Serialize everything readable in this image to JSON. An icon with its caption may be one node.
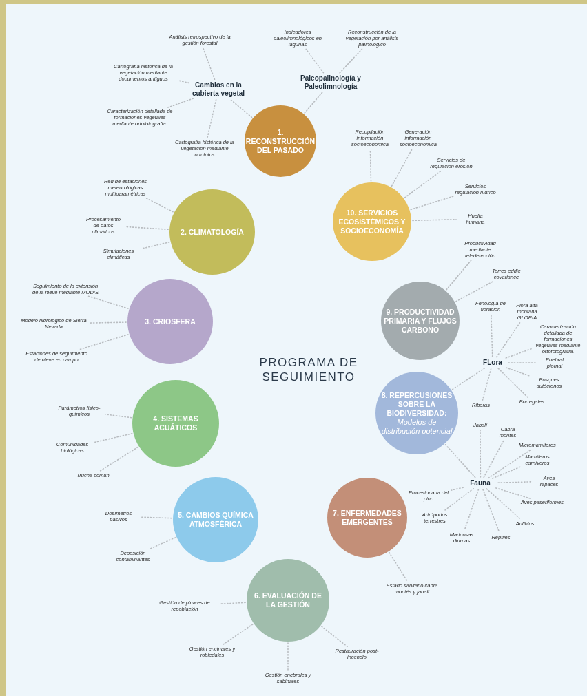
{
  "diagram": {
    "nodes": [
      {
        "text": [
          "1. RECONSTRUCCIÓN DEL PASADO"
        ]
      },
      {
        "text": [
          "Cambios en la cubierta vegetal"
        ]
      },
      {
        "text": [
          "Análisis retrospectivo de la gestión forestal"
        ]
      },
      {
        "text": [
          "Cartografía histórica de la vegetación mediante documentos antiguos"
        ]
      },
      {
        "text": [
          "Caracterización detallada de formaciones vegetales mediante ortofotografía."
        ]
      },
      {
        "text": [
          "Cartografía histórica de la vegetación mediante ortofotos"
        ]
      },
      {
        "text": [
          "Paleopalinología y Paleolimnología"
        ]
      },
      {
        "text": [
          "Indicadores paleolimnológicos en lagunas"
        ]
      },
      {
        "text": [
          "Reconstrucción de la vegetación por análisis palinológico"
        ]
      },
      {
        "text": [
          "10. SERVICIOS ECOSISTÉMICOS Y SOCIOECONOMÍA"
        ]
      },
      {
        "text": [
          "Recopilación información socioeconómica"
        ]
      },
      {
        "text": [
          "Generación información socioeconómica"
        ]
      },
      {
        "text": [
          "Servicios de regulación erosión"
        ]
      },
      {
        "text": [
          "Servicios regulación hídrico"
        ]
      },
      {
        "text": [
          "Huella humana"
        ]
      },
      {
        "text": [
          "Productividad mediante teledetección"
        ]
      },
      {
        "text": [
          "9. PRODUCTIVIDAD PRIMARIA Y FLUJOS CARBONO"
        ]
      },
      {
        "text": [
          "Torres eddie covariance"
        ]
      },
      {
        "text": [
          "8. REPERCUSIONES SOBRE LA BIODIVERSIDAD:",
          "Modelos de distribución potencial"
        ]
      },
      {
        "text": [
          "FLora"
        ]
      },
      {
        "text": [
          "Fenología de floración"
        ]
      },
      {
        "text": [
          "Flora alta montaña GLORIA"
        ]
      },
      {
        "text": [
          "Caracterización detallada de formaciones vegetales mediante ortofotografía."
        ]
      },
      {
        "text": [
          "Enebral piornal"
        ]
      },
      {
        "text": [
          "Bosques autóctonos"
        ]
      },
      {
        "text": [
          "Borregales"
        ]
      },
      {
        "text": [
          "Riberas"
        ]
      },
      {
        "text": [
          "Fauna"
        ]
      },
      {
        "text": [
          "Jabalí"
        ]
      },
      {
        "text": [
          "Cabra montés"
        ]
      },
      {
        "text": [
          "Micromamíferos"
        ]
      },
      {
        "text": [
          "Mamíferos carnívoros"
        ]
      },
      {
        "text": [
          "Aves rapaces"
        ]
      },
      {
        "text": [
          "Aves paseriformes"
        ]
      },
      {
        "text": [
          "Anfibios"
        ]
      },
      {
        "text": [
          "Reptiles"
        ]
      },
      {
        "text": [
          "Mariposas diurnas"
        ]
      },
      {
        "text": [
          "Artrópodos terrestres"
        ]
      },
      {
        "text": [
          "Procesionaria del pino"
        ]
      },
      {
        "text": [
          "7. ENFERMEDADES EMERGENTES"
        ]
      },
      {
        "text": [
          "Estado sanitario cabra montés y jabalí"
        ]
      },
      {
        "text": [
          "6. EVALUACIÓN DE LA GESTIÓN"
        ]
      },
      {
        "text": [
          "Gestión de pinares de repoblación"
        ]
      },
      {
        "text": [
          "Gestión encinares y robledales"
        ]
      },
      {
        "text": [
          "Gestión enebrales y sabinares"
        ]
      },
      {
        "text": [
          "Restauración post-incendio"
        ]
      },
      {
        "text": [
          "5. CAMBIOS QUÍMICA ATMOSFÉRICA"
        ]
      },
      {
        "text": [
          "Dosímetros pasivos"
        ]
      },
      {
        "text": [
          "Deposición contaminantes"
        ]
      },
      {
        "text": [
          "4. SISTEMAS ACUÁTICOS"
        ]
      },
      {
        "text": [
          "Parámetros físico-químicos"
        ]
      },
      {
        "text": [
          "Comunidades biológicas"
        ]
      },
      {
        "text": [
          "Trucha común"
        ]
      },
      {
        "text": [
          "3. CRIOSFERA"
        ]
      },
      {
        "text": [
          "Seguimiento de la extensión de la nieve mediante MODIS"
        ]
      },
      {
        "text": [
          "Modelo hidrológico de Sierra Nevada"
        ]
      },
      {
        "text": [
          "Estaciones de seguimiento de nieve en campo"
        ]
      },
      {
        "text": [
          "2. CLIMATOLOGÍA"
        ]
      },
      {
        "text": [
          "Red de estaciones meteorológicas multiparamétricas"
        ]
      },
      {
        "text": [
          "Procesamiento de datos climáticos"
        ]
      },
      {
        "text": [
          "Simulaciones climáticas"
        ]
      }
    ],
    "edges": [
      {
        "from": 0,
        "to": 1,
        "arrow": "none",
        "style": "dashed"
      },
      {
        "from": 1,
        "to": 2,
        "arrow": "none",
        "style": "dashed"
      },
      {
        "from": 1,
        "to": 3,
        "arrow": "none",
        "style": "dashed"
      },
      {
        "from": 1,
        "to": 4,
        "arrow": "none",
        "style": "dashed"
      },
      {
        "from": 1,
        "to": 5,
        "arrow": "none",
        "style": "dashed"
      },
      {
        "from": 0,
        "to": 6,
        "arrow": "none",
        "style": "dashed"
      },
      {
        "from": 6,
        "to": 7,
        "arrow": "none",
        "style": "dashed"
      },
      {
        "from": 6,
        "to": 8,
        "arrow": "none",
        "style": "dashed"
      },
      {
        "from": 9,
        "to": 10,
        "arrow": "none",
        "style": "dashed"
      },
      {
        "from": 9,
        "to": 11,
        "arrow": "none",
        "style": "dashed"
      },
      {
        "from": 9,
        "to": 12,
        "arrow": "none",
        "style": "dashed"
      },
      {
        "from": 9,
        "to": 13,
        "arrow": "none",
        "style": "dashed"
      },
      {
        "from": 9,
        "to": 14,
        "arrow": "none",
        "style": "dashed"
      },
      {
        "from": 16,
        "to": 15,
        "arrow": "none",
        "style": "dashed"
      },
      {
        "from": 16,
        "to": 17,
        "arrow": "none",
        "style": "dashed"
      },
      {
        "from": 18,
        "to": 19,
        "arrow": "none",
        "style": "dashed"
      },
      {
        "from": 19,
        "to": 20,
        "arrow": "none",
        "style": "dashed"
      },
      {
        "from": 19,
        "to": 21,
        "arrow": "none",
        "style": "dashed"
      },
      {
        "from": 19,
        "to": 22,
        "arrow": "none",
        "style": "dashed"
      },
      {
        "from": 19,
        "to": 23,
        "arrow": "none",
        "style": "dashed"
      },
      {
        "from": 19,
        "to": 24,
        "arrow": "none",
        "style": "dashed"
      },
      {
        "from": 19,
        "to": 25,
        "arrow": "none",
        "style": "dashed"
      },
      {
        "from": 19,
        "to": 26,
        "arrow": "none",
        "style": "dashed"
      },
      {
        "from": 18,
        "to": 27,
        "arrow": "none",
        "style": "dashed"
      },
      {
        "from": 27,
        "to": 28,
        "arrow": "none",
        "style": "dashed"
      },
      {
        "from": 27,
        "to": 29,
        "arrow": "none",
        "style": "dashed"
      },
      {
        "from": 27,
        "to": 30,
        "arrow": "none",
        "style": "dashed"
      },
      {
        "from": 27,
        "to": 31,
        "arrow": "none",
        "style": "dashed"
      },
      {
        "from": 27,
        "to": 32,
        "arrow": "none",
        "style": "dashed"
      },
      {
        "from": 27,
        "to": 33,
        "arrow": "none",
        "style": "dashed"
      },
      {
        "from": 27,
        "to": 34,
        "arrow": "none",
        "style": "dashed"
      },
      {
        "from": 27,
        "to": 35,
        "arrow": "none",
        "style": "dashed"
      },
      {
        "from": 27,
        "to": 36,
        "arrow": "none",
        "style": "dashed"
      },
      {
        "from": 27,
        "to": 37,
        "arrow": "none",
        "style": "dashed"
      },
      {
        "from": 27,
        "to": 38,
        "arrow": "none",
        "style": "dashed"
      },
      {
        "from": 39,
        "to": 40,
        "arrow": "none",
        "style": "dashed"
      },
      {
        "from": 41,
        "to": 42,
        "arrow": "none",
        "style": "dashed"
      },
      {
        "from": 41,
        "to": 43,
        "arrow": "none",
        "style": "dashed"
      },
      {
        "from": 41,
        "to": 44,
        "arrow": "none",
        "style": "dashed"
      },
      {
        "from": 41,
        "to": 45,
        "arrow": "none",
        "style": "dashed"
      },
      {
        "from": 46,
        "to": 47,
        "arrow": "none",
        "style": "dashed"
      },
      {
        "from": 46,
        "to": 48,
        "arrow": "none",
        "style": "dashed"
      },
      {
        "from": 49,
        "to": 50,
        "arrow": "none",
        "style": "dashed"
      },
      {
        "from": 49,
        "to": 51,
        "arrow": "none",
        "style": "dashed"
      },
      {
        "from": 49,
        "to": 52,
        "arrow": "none",
        "style": "dashed"
      },
      {
        "from": 53,
        "to": 54,
        "arrow": "none",
        "style": "dashed"
      },
      {
        "from": 53,
        "to": 55,
        "arrow": "none",
        "style": "dashed"
      },
      {
        "from": 53,
        "to": 56,
        "arrow": "none",
        "style": "dashed"
      },
      {
        "from": 57,
        "to": 58,
        "arrow": "none",
        "style": "dashed"
      },
      {
        "from": 57,
        "to": 59,
        "arrow": "none",
        "style": "dashed"
      },
      {
        "from": 57,
        "to": 60,
        "arrow": "none",
        "style": "dashed"
      }
    ],
    "labels": [
      "PROGRAMA DE SEGUIMIENTO"
    ]
  }
}
